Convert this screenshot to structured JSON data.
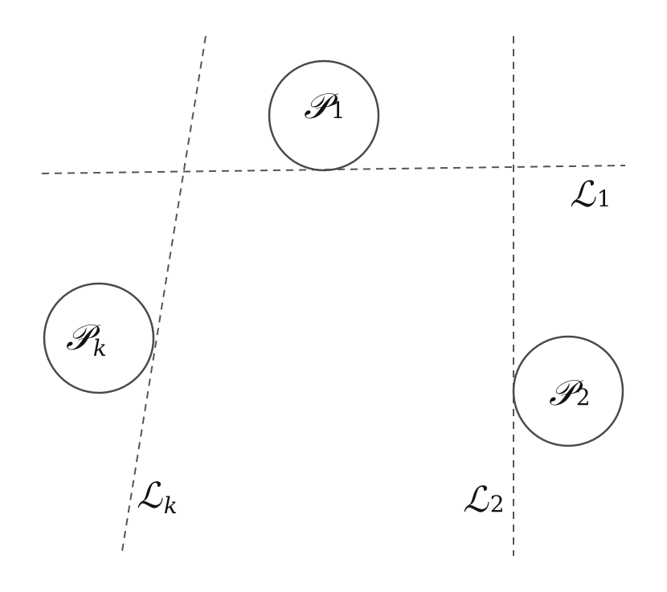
{
  "diagram": {
    "points": {
      "p1": {
        "symbol": "𝒫",
        "subscript": "1"
      },
      "p2": {
        "symbol": "𝒫",
        "subscript": "2"
      },
      "pk": {
        "symbol": "𝒫",
        "subscript": "k"
      }
    },
    "lines": {
      "l1": {
        "symbol": "ℒ",
        "subscript": "1"
      },
      "l2": {
        "symbol": "ℒ",
        "subscript": "2"
      },
      "lk": {
        "symbol": "ℒ",
        "subscript": "k"
      }
    },
    "colors": {
      "line": "#555555",
      "circle": "#4a4a4a",
      "text": "#111111"
    }
  }
}
